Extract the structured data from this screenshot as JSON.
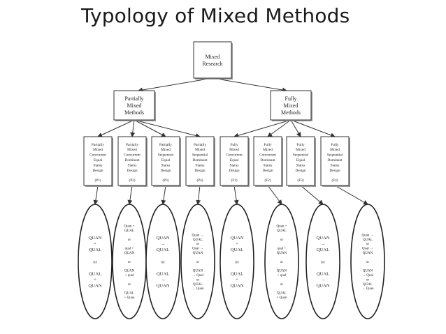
{
  "title": "Typology of Mixed Methods",
  "root": {
    "label_lines": [
      "Mixed",
      "Research"
    ]
  },
  "branches": [
    {
      "label_lines": [
        "Partially",
        "Mixed",
        "Methods"
      ]
    },
    {
      "label_lines": [
        "Fully",
        "Mixed",
        "Methods"
      ]
    }
  ],
  "designs": [
    {
      "label_lines": [
        "Partially",
        "Mixed",
        "Concurrent",
        "Equal",
        "Status",
        "Design"
      ],
      "code": "(P1)",
      "notation": [
        "QUAN",
        "+",
        "QUAL",
        "",
        "or",
        "",
        "QUAL",
        "+",
        "QUAN"
      ]
    },
    {
      "label_lines": [
        "Partially",
        "Mixed",
        "Concurrent",
        "Dominant",
        "Status",
        "Design"
      ],
      "code": "(P2)",
      "notation": [
        "Quan +",
        "QUAL",
        "",
        "or",
        "",
        "qual +",
        "QUAN",
        "",
        "or",
        "",
        "QUAN",
        "+ qual",
        "",
        "or",
        "",
        "QUAL",
        "+ Quan"
      ]
    },
    {
      "label_lines": [
        "Partially",
        "Mixed",
        "Sequential",
        "Equal",
        "Status",
        "Design"
      ],
      "code": "(P3)",
      "notation": [
        "QUAN",
        "→",
        "QUAL",
        "",
        "or",
        "",
        "QUAL",
        "→",
        "QUAN"
      ]
    },
    {
      "label_lines": [
        "Partially",
        "Mixed",
        "Sequential",
        "Dominant",
        "Status",
        "Design"
      ],
      "code": "(P4)",
      "notation": [
        "Quan →",
        "QUAL",
        "or",
        "Qual →",
        "QUAN",
        "",
        "or",
        "",
        "QUAN",
        "→ Qual",
        "or",
        "QUAL",
        "→ Quan"
      ]
    },
    {
      "label_lines": [
        "Fully",
        "Mixed",
        "Concurrent",
        "Equal",
        "Status",
        "Design"
      ],
      "code": "(F1)",
      "notation": [
        "QUAN",
        "+",
        "QUAL",
        "",
        "or",
        "",
        "QUAL",
        "+",
        "QUAN"
      ]
    },
    {
      "label_lines": [
        "Fully",
        "Mixed",
        "Concurrent",
        "Dominant",
        "Status",
        "Design"
      ],
      "code": "(F2)",
      "notation": [
        "Quan +",
        "QUAL",
        "",
        "or",
        "",
        "qual +",
        "QUAN",
        "",
        "or",
        "",
        "QUAN",
        "+ qual",
        "",
        "or",
        "",
        "QUAL",
        "+ Quan"
      ]
    },
    {
      "label_lines": [
        "Fully",
        "Mixed",
        "Sequential",
        "Equal",
        "Status",
        "Design"
      ],
      "code": "(F3)",
      "notation": [
        "QUAN",
        "→",
        "QUAL",
        "",
        "or",
        "",
        "QUAL",
        "→",
        "QUAN"
      ]
    },
    {
      "label_lines": [
        "Fully",
        "Mixed",
        "Sequential",
        "Dominant",
        "Status",
        "Design"
      ],
      "code": "(F4)",
      "notation": [
        "Quan →",
        "QUAL",
        "or",
        "Qual →",
        "QUAN",
        "",
        "or",
        "",
        "QUAN",
        "→ Qual",
        "or",
        "QUAL",
        "→ Quan"
      ]
    }
  ]
}
